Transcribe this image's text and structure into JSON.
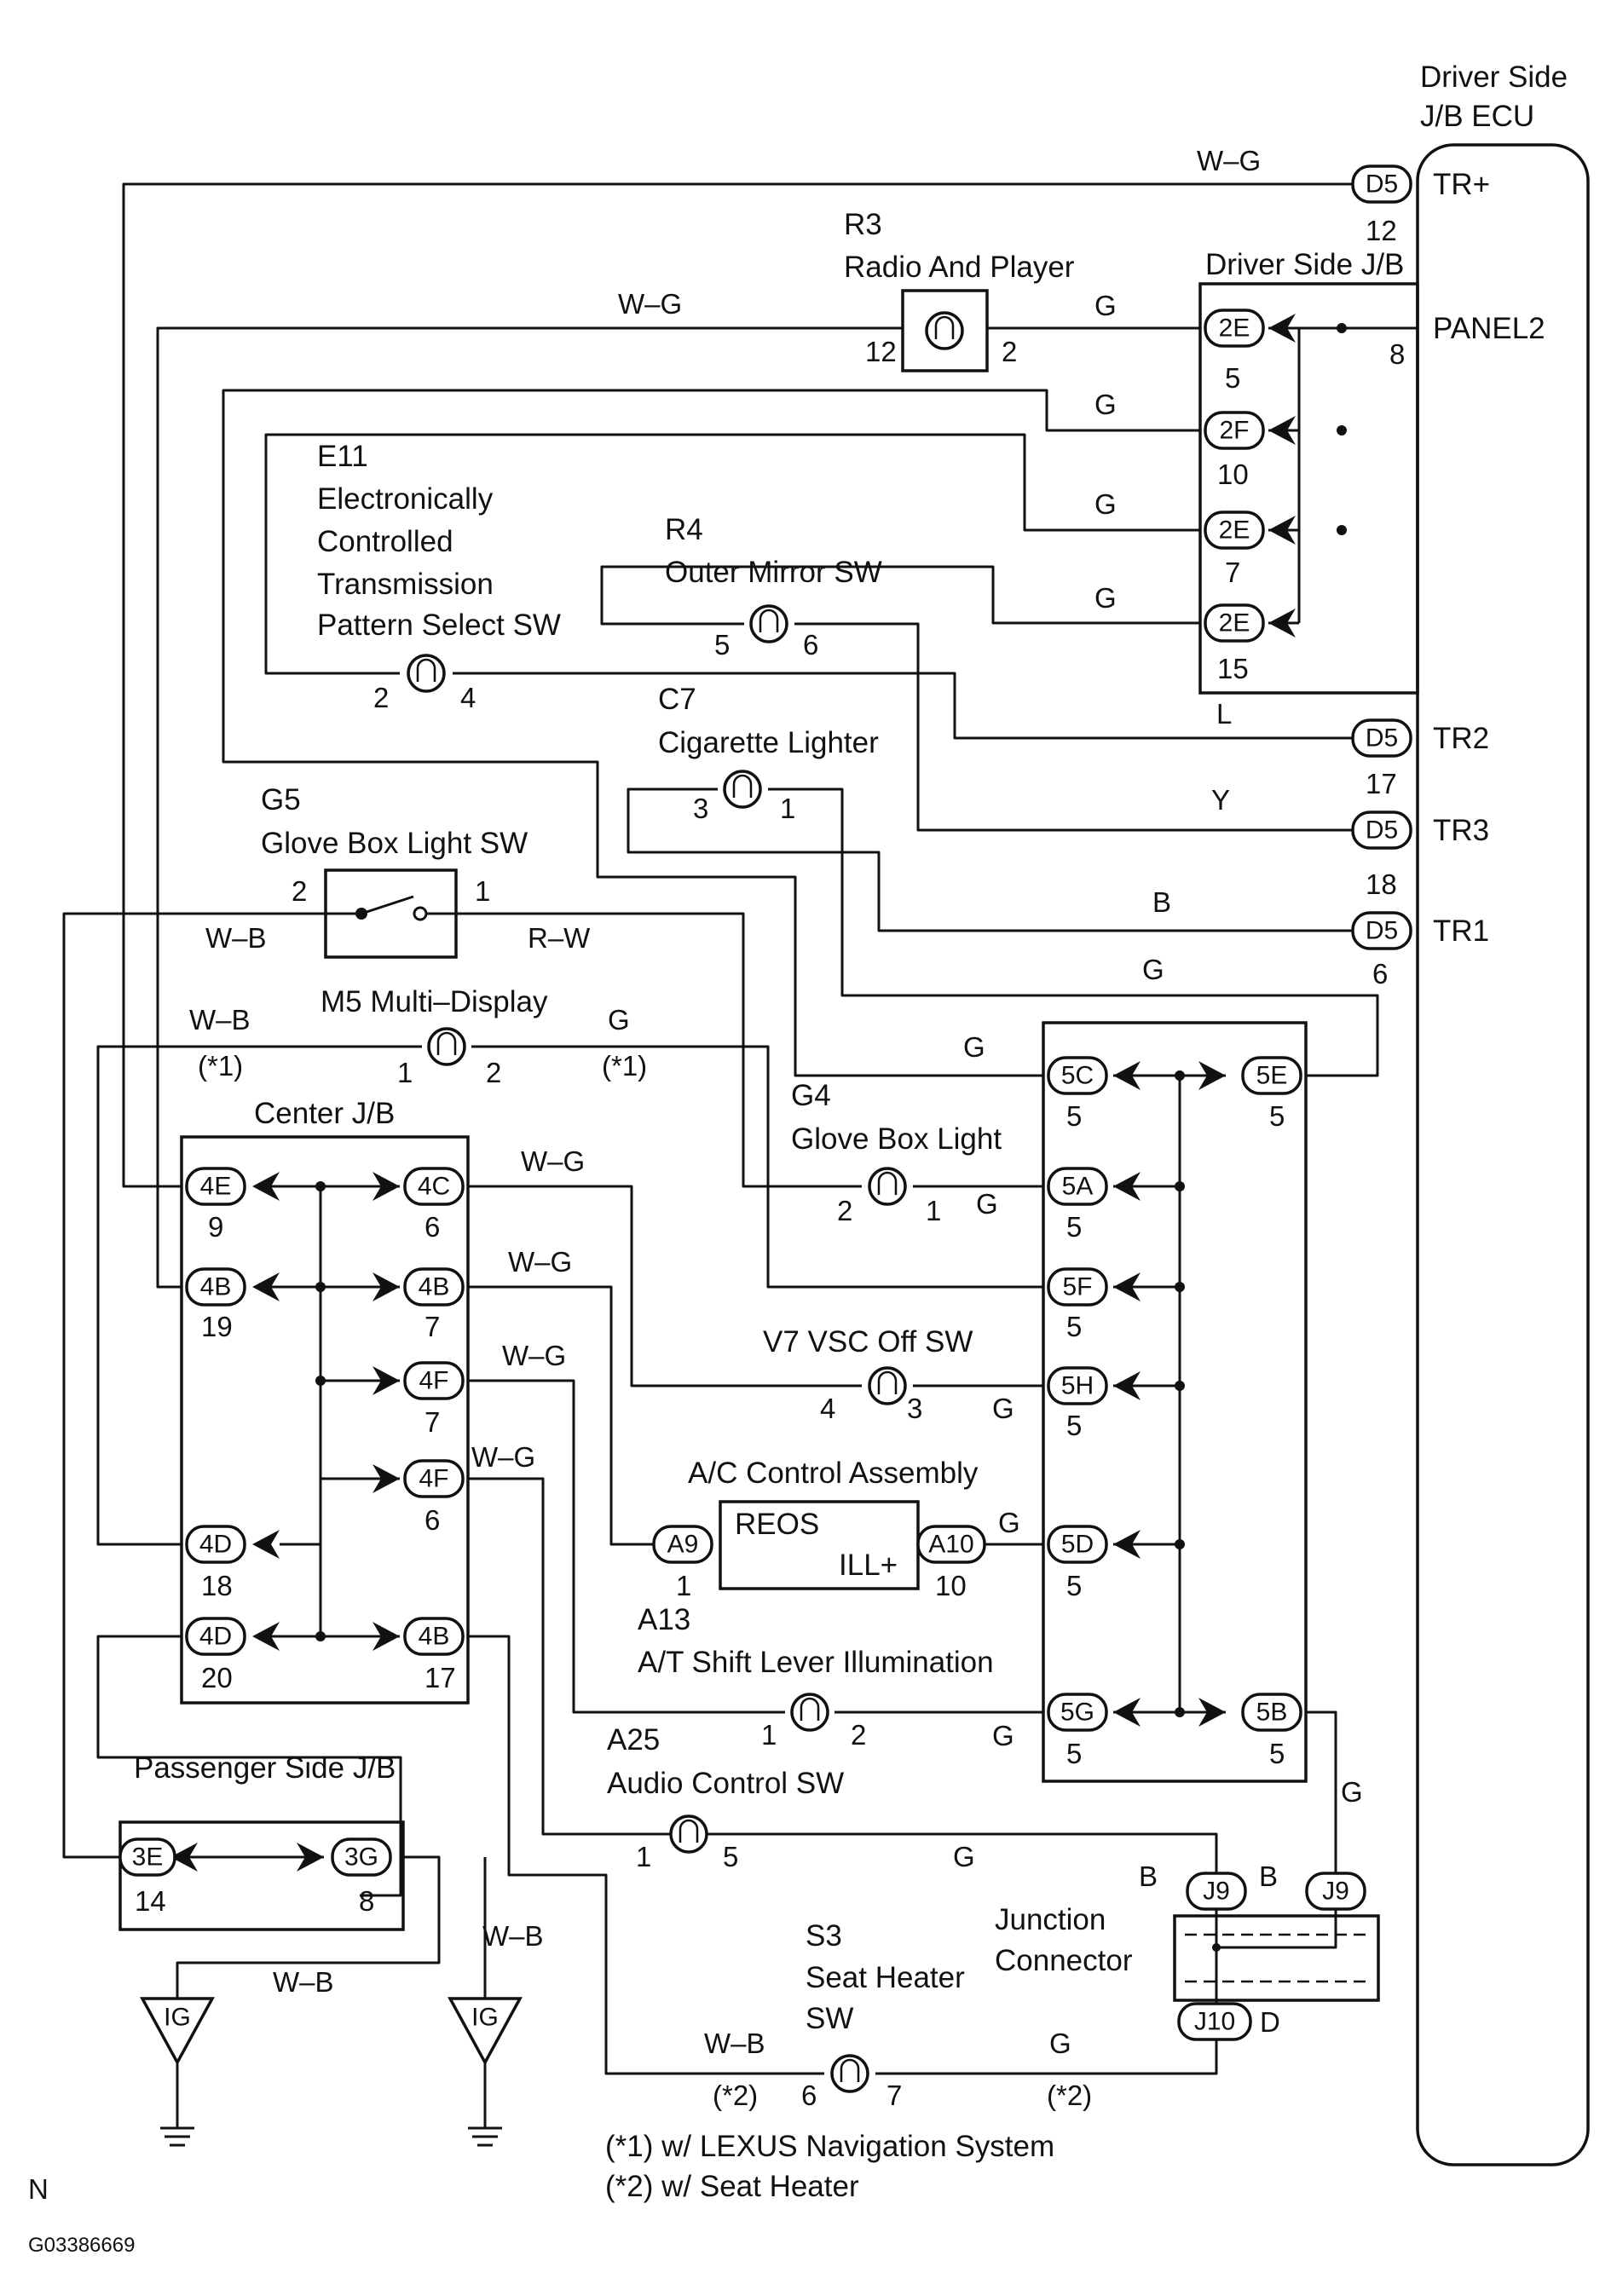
{
  "components": {
    "ecu_title_1": "Driver Side",
    "ecu_title_2": "J/B ECU",
    "ecu_terminals": [
      "TR+",
      "PANEL2",
      "TR2",
      "TR3",
      "TR1"
    ],
    "driver_jb": "Driver Side J/B",
    "center_jb": "Center J/B",
    "passenger_jb": "Passenger Side J/B",
    "r3_code": "R3",
    "r3_name": "Radio And Player",
    "e11_code": "E11",
    "e11_name": [
      "Electronically",
      "Controlled",
      "Transmission",
      "Pattern Select SW"
    ],
    "r4_code": "R4",
    "r4_name": "Outer Mirror SW",
    "c7_code": "C7",
    "c7_name": "Cigarette Lighter",
    "g5_code": "G5",
    "g5_name": "Glove Box Light SW",
    "m5_name": "M5 Multi–Display",
    "g4_code": "G4",
    "g4_name": "Glove Box Light",
    "v7_name": "V7 VSC Off SW",
    "ac_name": "A/C Control Assembly",
    "ac_reos": "REOS",
    "ac_ill": "ILL+",
    "a13_code": "A13",
    "a13_name": "A/T Shift Lever Illumination",
    "a25_code": "A25",
    "a25_name": "Audio Control SW",
    "s3_code": "S3",
    "s3_name": [
      "Seat Heater",
      "SW"
    ],
    "junction_name": [
      "Junction",
      "Connector"
    ],
    "ground": "IG"
  },
  "connectors": {
    "d5": "D5",
    "e2": "2E",
    "f2": "2F",
    "c5": "5C",
    "e5": "5E",
    "a5": "5A",
    "f5": "5F",
    "h5": "5H",
    "d5b": "5D",
    "g5": "5G",
    "b5": "5B",
    "e4": "4E",
    "c4": "4C",
    "b4": "4B",
    "f4": "4F",
    "d4": "4D",
    "e3": "3E",
    "g3": "3G",
    "a9": "A9",
    "a10": "A10",
    "j9": "J9",
    "j10": "J10"
  },
  "pins": [
    "12",
    "8",
    "5",
    "10",
    "7",
    "15",
    "17",
    "18",
    "6",
    "2",
    "4",
    "1",
    "3",
    "9",
    "19",
    "20",
    "14"
  ],
  "wire_colors": [
    "W–G",
    "G",
    "L",
    "Y",
    "B",
    "W–B",
    "R–W",
    "D"
  ],
  "notes": {
    "n1_tag": "(*1)",
    "n2_tag": "(*2)",
    "note1": "(*1) w/ LEXUS Navigation System",
    "note2": "(*2) w/ Seat Heater"
  },
  "footer": {
    "orientation": "N",
    "figure_code": "G03386669"
  }
}
